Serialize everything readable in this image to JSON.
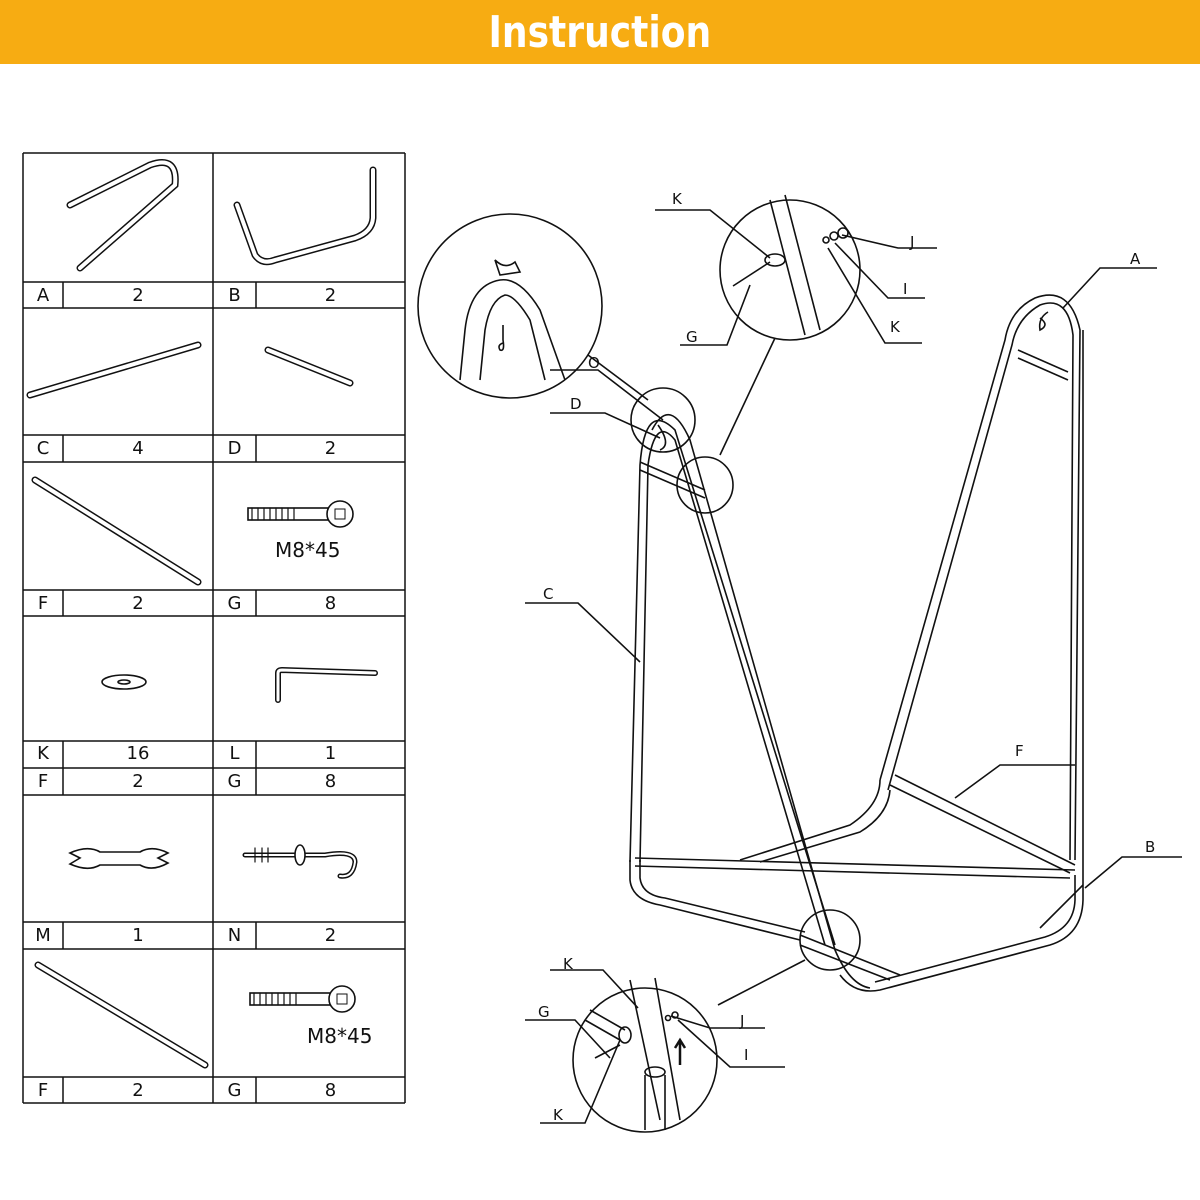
{
  "title": "Instruction",
  "parts": [
    {
      "letter": "A",
      "qty": "2"
    },
    {
      "letter": "B",
      "qty": "2"
    },
    {
      "letter": "C",
      "qty": "4"
    },
    {
      "letter": "D",
      "qty": "2"
    },
    {
      "letter": "F",
      "qty": "2"
    },
    {
      "letter": "G",
      "qty": "8",
      "size": "M8*45"
    },
    {
      "letter": "K",
      "qty": "16"
    },
    {
      "letter": "L",
      "qty": "1"
    },
    {
      "letter": "F",
      "qty": "2"
    },
    {
      "letter": "G",
      "qty": "8"
    },
    {
      "letter": "M",
      "qty": "1"
    },
    {
      "letter": "N",
      "qty": "2"
    },
    {
      "letter": "F",
      "qty": "2"
    },
    {
      "letter": "G",
      "qty": "8",
      "size": "M8*45"
    }
  ],
  "callouts": {
    "top_k": "K",
    "top_j": "J",
    "top_i": "I",
    "top_k2": "K",
    "top_g": "G",
    "o": "O",
    "d": "D",
    "a": "A",
    "c": "C",
    "f": "F",
    "b": "B",
    "bot_k": "K",
    "bot_g": "G",
    "bot_j": "J",
    "bot_i": "I",
    "bot_k2": "K"
  },
  "colors": {
    "banner": "#f7ac12",
    "banner_text": "#ffffff",
    "line": "#111111"
  }
}
